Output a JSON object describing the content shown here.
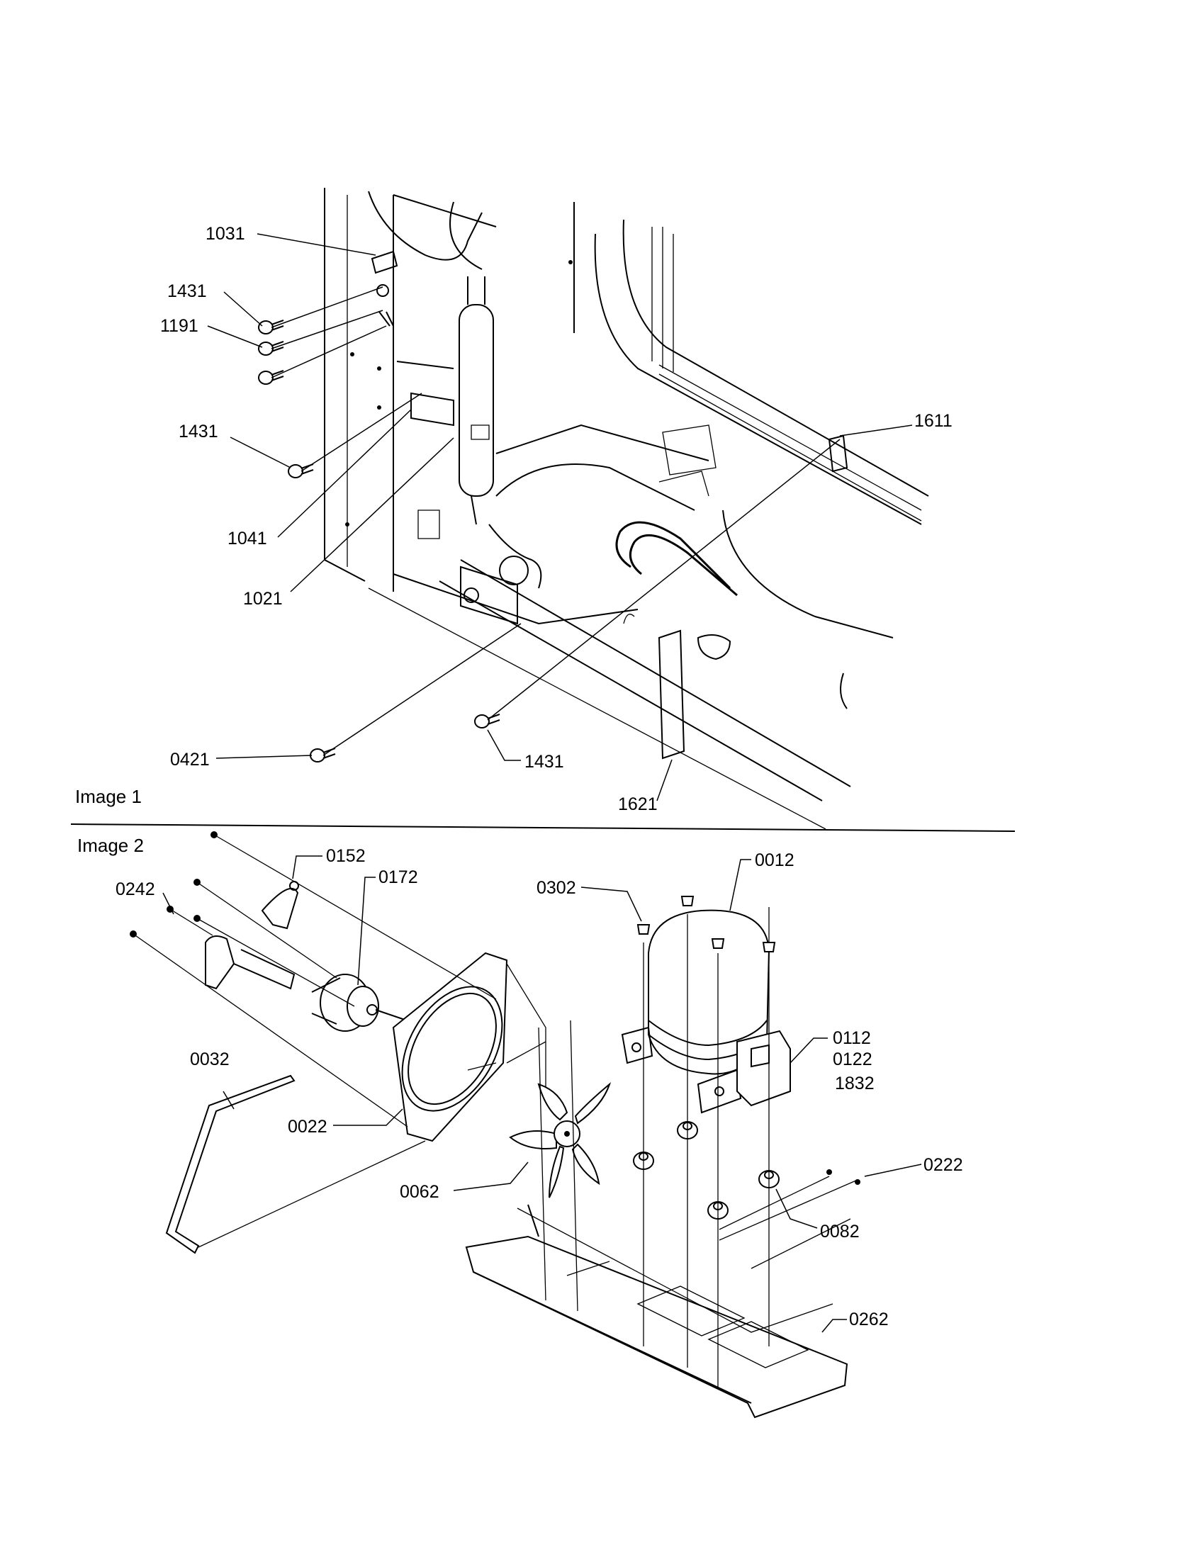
{
  "sections": {
    "image1_label": "Image 1",
    "image2_label": "Image 2"
  },
  "labels": {
    "p1031": "1031",
    "p1431_a": "1431",
    "p1191": "1191",
    "p1431_b": "1431",
    "p1041": "1041",
    "p1021": "1021",
    "p1611": "1611",
    "p0421": "0421",
    "p1431_c": "1431",
    "p1621": "1621",
    "p0152": "0152",
    "p0172": "0172",
    "p0242": "0242",
    "p0302": "0302",
    "p0012": "0012",
    "p0112": "0112",
    "p0122": "0122",
    "p1832": "1832",
    "p0032": "0032",
    "p0022": "0022",
    "p0062": "0062",
    "p0222": "0222",
    "p0082": "0082",
    "p0262": "0262"
  }
}
